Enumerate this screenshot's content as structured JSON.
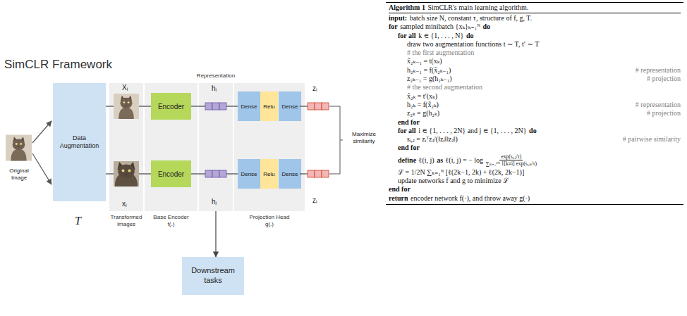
{
  "diagram": {
    "title": "SimCLR Framework",
    "nodes": [
      {
        "text": [
          "Data Augmentation"
        ]
      },
      {
        "text": [
          "Transformed Images"
        ]
      },
      {
        "text": [
          "Base Encoder f(.)"
        ]
      },
      {
        "text": [
          "Encoder"
        ],
        "in": 2
      },
      {
        "text": [
          "Encoder"
        ],
        "in": 2
      },
      {
        "text": [
          "Representation"
        ]
      },
      {
        "text": [
          "Projection Head g(.)"
        ]
      },
      {
        "text": [
          "Dense"
        ],
        "in": 6
      },
      {
        "text": [
          "Relu"
        ],
        "in": 6
      },
      {
        "text": [
          "Dense"
        ],
        "in": 6
      },
      {
        "text": [
          "Dense"
        ],
        "in": 6
      },
      {
        "text": [
          "Relu"
        ],
        "in": 6
      },
      {
        "text": [
          "Dense"
        ],
        "in": 6
      },
      {
        "text": [
          "Downstream tasks"
        ]
      },
      {
        "text": [
          "Algorithm 1",
          "SimCLR's main learning algorithm.",
          "input:",
          "batch size N, constant τ, structure of f, g, T.",
          "for",
          "sampled minibatch {xₖ}ₖ₌₁ᴺ",
          "do",
          "for all",
          "k ∈ {1, . . . , N}",
          "do",
          "draw two augmentation functions t ∼ T, t′ ∼ T",
          "# the first augmentation",
          "x̃₂ₖ₋₁ = t(xₖ)",
          "h₂ₖ₋₁ = f(x̃₂ₖ₋₁)",
          "# representation",
          "z₂ₖ₋₁ = g(h₂ₖ₋₁)",
          "# projection",
          "# the second augmentation",
          "x̃₂ₖ = t′(xₖ)",
          "h₂ₖ = f(x̃₂ₖ)",
          "# representation",
          "z₂ₖ = g(h₂ₖ)",
          "# projection",
          "end for",
          "for all",
          "i ∈ {1, . . . , 2N} and j ∈ {1, . . . , 2N}",
          "do",
          "sᵢ,ⱼ = zᵢᵀzⱼ/(‖zᵢ‖‖zⱼ‖)",
          "# pairwise similarity",
          "end for",
          "define",
          "ℓ(i, j)",
          "as",
          "ℓ(i, j) = − log",
          "exp(sᵢ,ⱼ/τ)",
          "∑ₖ₌₁²ᴺ 1[k≠i] exp(sᵢ,ₖ/τ)",
          "ℒ = 1/2N ∑ₖ₌₁ᴺ [ℓ(2k−1, 2k) + ℓ(2k, 2k−1)]",
          "update networks f and g to minimize ℒ",
          "end for",
          "return",
          "encoder network f(·), and throw away g(·)"
        ]
      }
    ],
    "edges": [
      {
        "from": 0,
        "to": 1,
        "arrow": "none"
      },
      {
        "from": 0,
        "to": 1,
        "arrow": "none"
      },
      {
        "from": 1,
        "to": 3,
        "arrow": "none"
      },
      {
        "from": 1,
        "to": 4,
        "arrow": "none"
      },
      {
        "from": 3,
        "to": 5,
        "arrow": "none"
      },
      {
        "from": 4,
        "to": 5,
        "arrow": "none"
      },
      {
        "from": 5,
        "to": 7,
        "arrow": "none"
      },
      {
        "from": 5,
        "to": 10,
        "arrow": "none"
      },
      {
        "from": 5,
        "to": 13,
        "arrow": "to"
      }
    ],
    "labels": [
      "Original Image",
      "T",
      "Xᵢ",
      "xⱼ",
      "hᵢ",
      "hⱼ",
      "zᵢ",
      "zⱼ",
      "Maximize similarity"
    ]
  }
}
